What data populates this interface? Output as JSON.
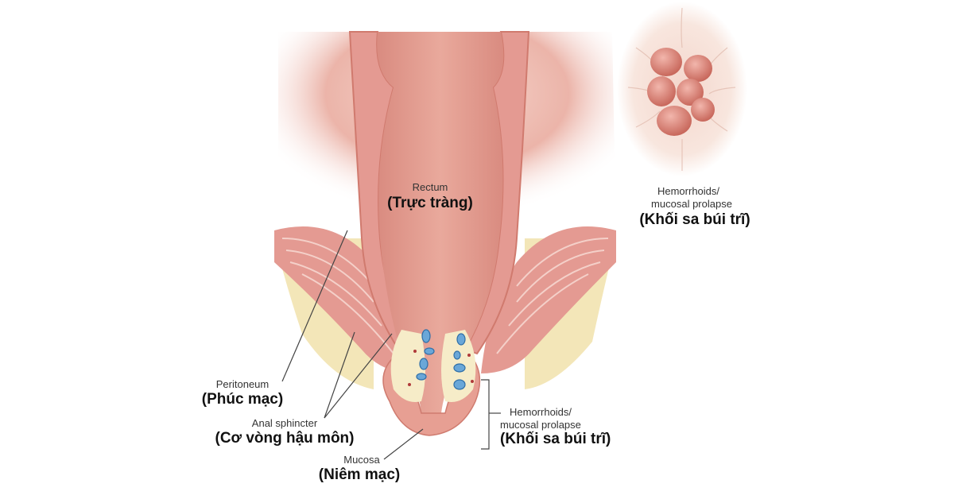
{
  "labels": {
    "rectum_en": "Rectum",
    "rectum_vi": "(Trực tràng)",
    "peritoneum_en": "Peritoneum",
    "peritoneum_vi": "(Phúc mạc)",
    "sphincter_en": "Anal sphincter",
    "sphincter_vi": "(Cơ vòng hậu môn)",
    "mucosa_en": "Mucosa",
    "mucosa_vi": "(Niêm mạc)",
    "hemorrhoids_en_1": "Hemorrhoids/",
    "hemorrhoids_en_2": "mucosal prolapse",
    "hemorrhoids_vi": "(Khối sa búi trĩ)",
    "inset_en_1": "Hemorrhoids/",
    "inset_en_2": "mucosal prolapse",
    "inset_vi": "(Khối sa búi trĩ)"
  },
  "colors": {
    "flesh": "#e8a79a",
    "tissue_dark": "#d98b80",
    "muscle": "#e49a92",
    "fat": "#f3e6b8",
    "vein": "#6aa7d8",
    "line": "#444444"
  }
}
